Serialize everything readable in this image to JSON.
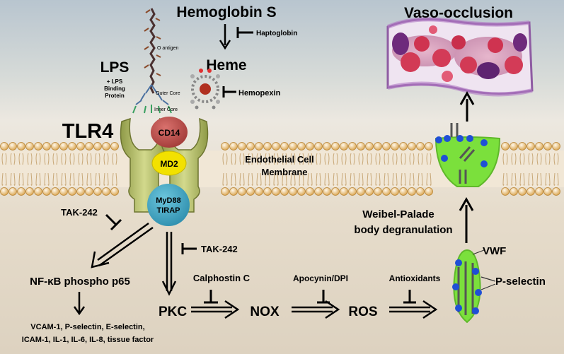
{
  "labels": {
    "hemoglobin_s": "Hemoglobin S",
    "haptoglobin": "Haptoglobin",
    "heme": "Heme",
    "hemopexin": "Hemopexin",
    "lps": "LPS",
    "lps_binding_1": "+ LPS",
    "lps_binding_2": "Binding",
    "lps_binding_3": "Protein",
    "o_antigen": "O antigen",
    "outer_core": "Outer Core",
    "inner_core": "Inner Core",
    "tlr4": "TLR4",
    "cd14": "CD14",
    "md2": "MD2",
    "myd88": "MyD88",
    "tirap": "TIRAP",
    "membrane_1": "Endothelial Cell",
    "membrane_2": "Membrane",
    "tak242_left": "TAK-242",
    "tak242_center": "TAK-242",
    "nfkb": "NF-κB phospho p65",
    "targets_1": "VCAM-1, P-selectin, E-selectin,",
    "targets_2": "ICAM-1, IL-1, IL-6, IL-8, tissue factor",
    "calphostin": "Calphostin C",
    "pkc": "PKC",
    "nox": "NOX",
    "ros": "ROS",
    "apocynin": "Apocynin/DPI",
    "antioxidants": "Antioxidants",
    "weibel_1": "Weibel-Palade",
    "weibel_2": "body degranulation",
    "vwf": "VWF",
    "pselectin": "P-selectin",
    "vaso": "Vaso-occlusion"
  },
  "colors": {
    "tlr4_red": "#e41e1e",
    "weibel_red": "#e02424",
    "vaso_pink": "#e0506a",
    "cd14": "#c0504d",
    "md2": "#f2e100",
    "myd88": "#4aacc6",
    "receptor": "#b4bd6a",
    "granule": "#7be03c",
    "dot": "#1f4fd6"
  }
}
